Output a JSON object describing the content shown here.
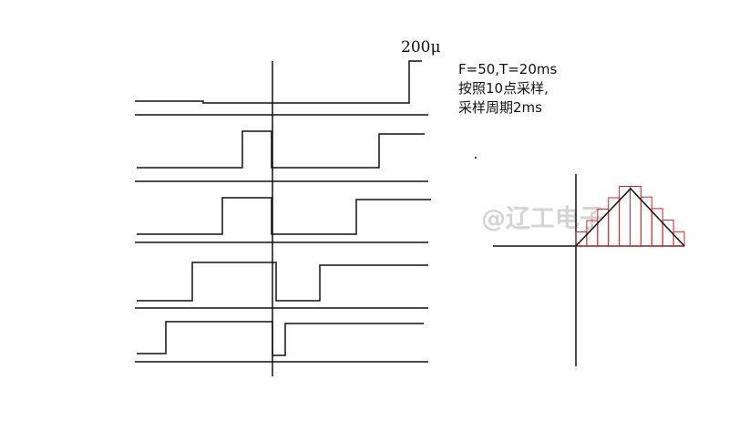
{
  "scale_label": "200μ",
  "notes": {
    "line1": "F=50,T=20ms",
    "line2": "按照10点采样,",
    "line3": "采样周期2ms"
  },
  "watermark": "@辽工电子",
  "colors": {
    "ink": "#111111",
    "sample": "#e02020",
    "watermark": "#d4d4d4"
  }
}
